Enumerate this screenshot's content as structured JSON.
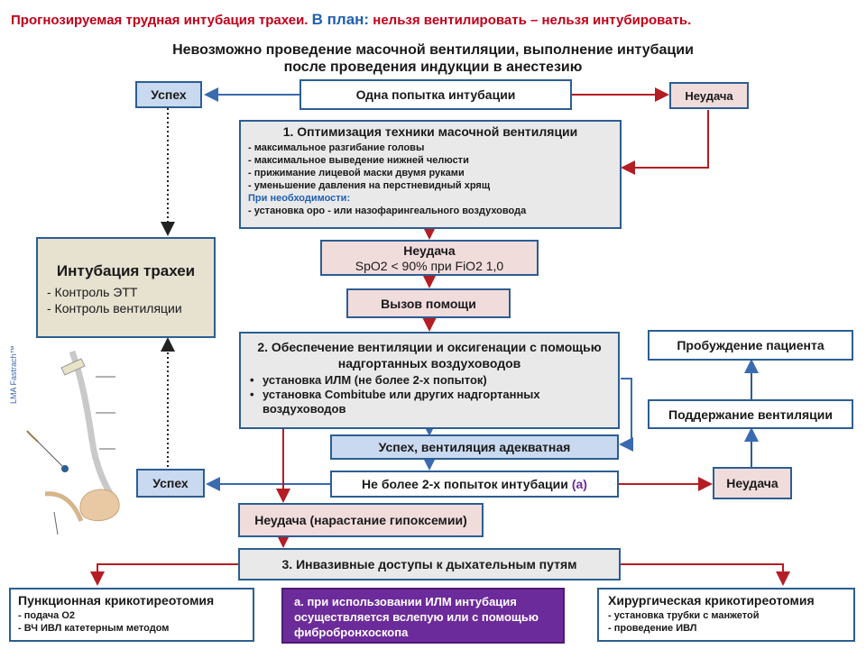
{
  "header": {
    "part1": "Прогнозируемая трудная интубация трахеи.",
    "part2": "В план:",
    "part3": "нельзя вентилировать – нельзя интубировать."
  },
  "subtitle": {
    "line1": "Невозможно проведение масочной вентиляции, выполнение интубации",
    "line2": "после проведения индукции в анестезию"
  },
  "nodes": {
    "success_top": "Успех",
    "one_attempt": "Одна попытка интубации",
    "fail_top": "Неудача",
    "step1": {
      "title": "1. Оптимизация техники масочной вентиляции",
      "items": [
        "- максимальное разгибание головы",
        "- максимальное выведение нижней челюсти",
        "- прижимание лицевой маски двумя руками",
        "- уменьшение давления на перстневидный хрящ"
      ],
      "needed": "При необходимости:",
      "needed_item": "- установка оро - или назофарингеального воздуховода"
    },
    "fail_spo2": {
      "title": "Неудача",
      "detail": "SpO2 < 90% при FiO2  1,0"
    },
    "call_help": "Вызов помощи",
    "intubation": {
      "title": "Интубация трахеи",
      "items": [
        "- Контроль ЭТТ",
        "- Контроль вентиляции"
      ]
    },
    "step2": {
      "title": "2. Обеспечение вентиляции и оксигенации с помощью надгортанных воздуховодов",
      "items": [
        "установка ИЛМ (не более 2-х попыток)",
        "установка Combitube или других надгортанных воздуховодов"
      ]
    },
    "wakeup": "Пробуждение пациента",
    "support_vent": "Поддержание вентиляции",
    "success_adequate": "Успех, вентиляция адекватная",
    "success_mid": "Успех",
    "max2": {
      "text": "Не более 2-х попыток интубации",
      "note": "(а)"
    },
    "fail_mid": "Неудача",
    "fail_hypox": "Неудача (нарастание гипоксемии)",
    "step3": "3. Инвазивные доступы к дыхательным путям",
    "puncture": {
      "title": "Пункционная крикотиреотомия",
      "items": [
        "- подача О2",
        "- ВЧ ИВЛ катетерным методом"
      ]
    },
    "note_a": "а. при использовании ИЛМ интубация осуществляется вслепую или с помощью фибробронхоскопа",
    "surgical": {
      "title": "Хирургическая крикотиреотомия",
      "items": [
        "- установка трубки с манжетой",
        "- проведение ИВЛ"
      ]
    }
  },
  "image": {
    "brand_text": "LMA Fastrach™"
  },
  "colors": {
    "header_red": "#c0001a",
    "header_blue": "#1f5fb0",
    "arrow_red": "#b51d24",
    "arrow_blue": "#3a6ab0",
    "box_border": "#2c5e92",
    "purple": "#6c2b9a",
    "needed_blue": "#1f5fb0"
  }
}
